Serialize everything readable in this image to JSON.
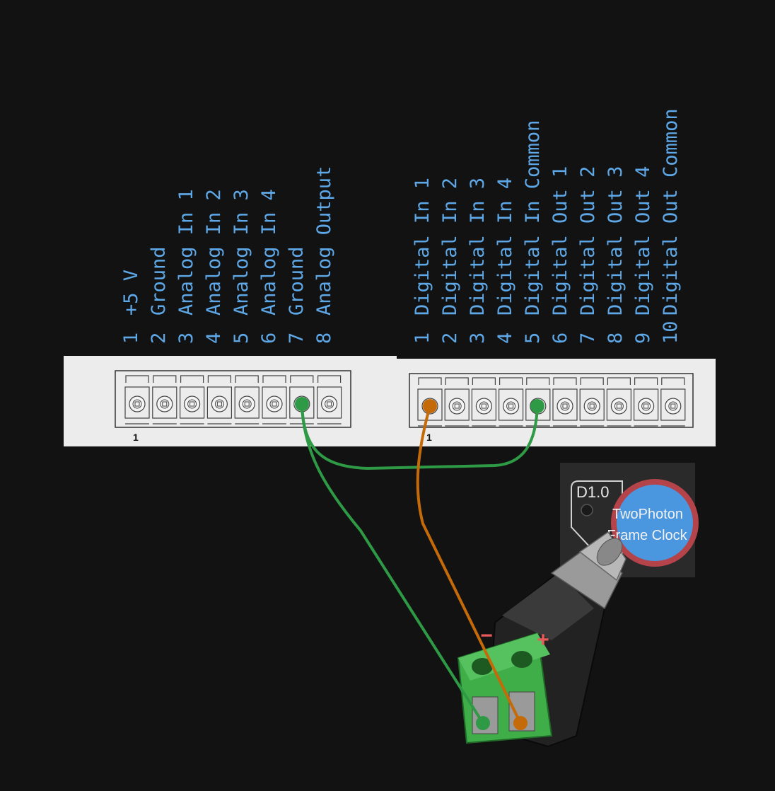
{
  "analog_connector": {
    "pins": [
      {
        "num": "1",
        "label": "+5 V"
      },
      {
        "num": "2",
        "label": "Ground"
      },
      {
        "num": "3",
        "label": "Analog In 1"
      },
      {
        "num": "4",
        "label": "Analog In 2"
      },
      {
        "num": "5",
        "label": "Analog In 3"
      },
      {
        "num": "6",
        "label": "Analog In 4"
      },
      {
        "num": "7",
        "label": "Ground"
      },
      {
        "num": "8",
        "label": "Analog Output"
      }
    ],
    "pin1_marker": "1"
  },
  "digital_connector": {
    "pins": [
      {
        "num": "1",
        "label": "Digital In 1"
      },
      {
        "num": "2",
        "label": "Digital In 2"
      },
      {
        "num": "3",
        "label": "Digital In 3"
      },
      {
        "num": "4",
        "label": "Digital In 4"
      },
      {
        "num": "5",
        "label": "Digital In Common"
      },
      {
        "num": "6",
        "label": "Digital Out 1"
      },
      {
        "num": "7",
        "label": "Digital Out 2"
      },
      {
        "num": "8",
        "label": "Digital Out 3"
      },
      {
        "num": "9",
        "label": "Digital Out 4"
      },
      {
        "num": "10",
        "label": "Digital Out Common"
      }
    ],
    "pin1_marker": "1"
  },
  "node": {
    "id": "D1.0",
    "name_line1": "TwoPhoton",
    "name_line2": "Frame Clock",
    "fill_color": "#4a97e0",
    "ring_color": "#b4434a"
  },
  "adapter": {
    "minus_label": "−",
    "plus_label": "+",
    "terminal_color": "#3fae49"
  },
  "wires": {
    "green_color": "#2f9a45",
    "orange_color": "#c46a08"
  }
}
